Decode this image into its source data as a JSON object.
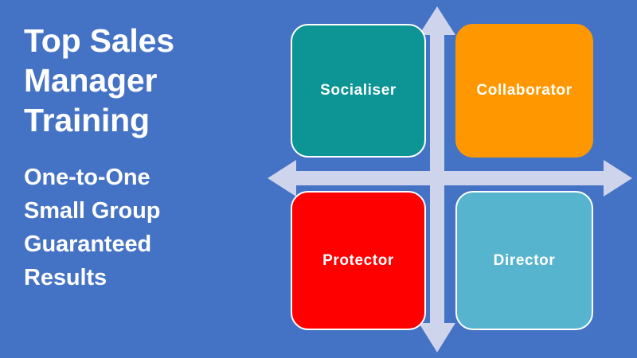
{
  "slide": {
    "background_color": "#4472C4",
    "title_lines": [
      "Top Sales",
      "Manager",
      "Training"
    ],
    "subtitle_lines": [
      "One-to-One",
      "Small Group",
      "Guaranteed",
      "Results"
    ]
  },
  "matrix": {
    "axis_color": "#CDD4EC",
    "vertical_axis_name": "vertical-double-arrow",
    "horizontal_axis_name": "horizontal-double-arrow",
    "quadrants": [
      {
        "id": "socialiser",
        "label": "Socialiser",
        "position": "top-left",
        "fill_color": "#0D9494",
        "border_color": "#FFFFFF",
        "text_color": "#FFFFFF"
      },
      {
        "id": "collaborator",
        "label": "Collaborator",
        "position": "top-right",
        "fill_color": "#FF9800",
        "border_color": "#FF9800",
        "text_color": "#FFFFFF"
      },
      {
        "id": "protector",
        "label": "Protector",
        "position": "bottom-left",
        "fill_color": "#FF0000",
        "border_color": "#FFFFFF",
        "text_color": "#FFFFFF"
      },
      {
        "id": "director",
        "label": "Director",
        "position": "bottom-right",
        "fill_color": "#56B4CE",
        "border_color": "#FFFFFF",
        "text_color": "#FFFFFF"
      }
    ]
  }
}
